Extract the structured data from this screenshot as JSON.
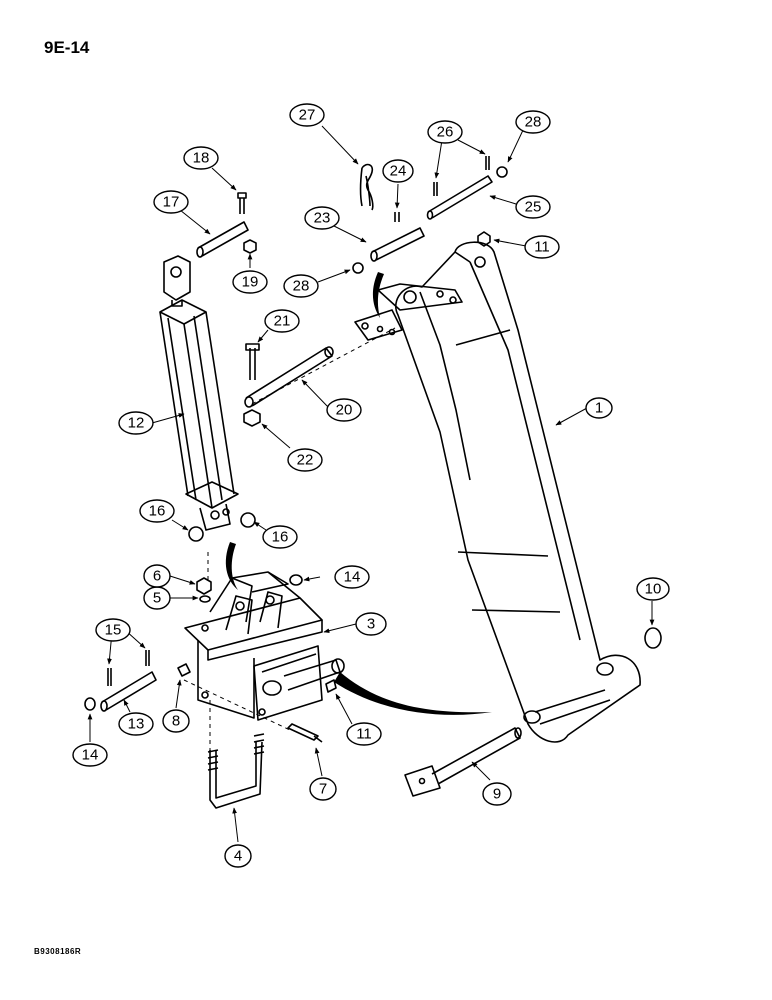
{
  "page": {
    "id": "9E-14",
    "drawing_code": "B9308186R"
  },
  "callouts": [
    {
      "key": "c1",
      "label": "1"
    },
    {
      "key": "c3",
      "label": "3"
    },
    {
      "key": "c4",
      "label": "4"
    },
    {
      "key": "c5",
      "label": "5"
    },
    {
      "key": "c6",
      "label": "6"
    },
    {
      "key": "c7",
      "label": "7"
    },
    {
      "key": "c8",
      "label": "8"
    },
    {
      "key": "c9",
      "label": "9"
    },
    {
      "key": "c10",
      "label": "10"
    },
    {
      "key": "c11a",
      "label": "11"
    },
    {
      "key": "c11b",
      "label": "11"
    },
    {
      "key": "c12",
      "label": "12"
    },
    {
      "key": "c13",
      "label": "13"
    },
    {
      "key": "c14a",
      "label": "14"
    },
    {
      "key": "c14b",
      "label": "14"
    },
    {
      "key": "c15",
      "label": "15"
    },
    {
      "key": "c16a",
      "label": "16"
    },
    {
      "key": "c16b",
      "label": "16"
    },
    {
      "key": "c17",
      "label": "17"
    },
    {
      "key": "c18",
      "label": "18"
    },
    {
      "key": "c19",
      "label": "19"
    },
    {
      "key": "c20",
      "label": "20"
    },
    {
      "key": "c21",
      "label": "21"
    },
    {
      "key": "c22",
      "label": "22"
    },
    {
      "key": "c23",
      "label": "23"
    },
    {
      "key": "c24",
      "label": "24"
    },
    {
      "key": "c25",
      "label": "25"
    },
    {
      "key": "c26",
      "label": "26"
    },
    {
      "key": "c27",
      "label": "27"
    },
    {
      "key": "c28a",
      "label": "28"
    },
    {
      "key": "c28b",
      "label": "28"
    }
  ]
}
